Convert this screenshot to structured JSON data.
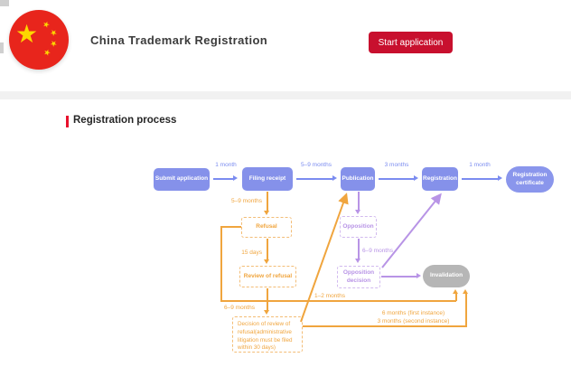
{
  "header": {
    "title": "China Trademark Registration",
    "start_button_label": "Start application",
    "flag_icon": "china-flag-icon"
  },
  "section_heading": "Registration process",
  "colors": {
    "node_blue": "#8591ea",
    "arrow_blue": "#7b8cf0",
    "accent_orange": "#f0a53e",
    "accent_purple": "#b894e6",
    "invalidation_gray": "#b6b6b6",
    "button_red": "#c8102e",
    "heading_bar_red": "#e8112d",
    "flag_red": "#e8251c",
    "flag_star_yellow": "#fcd700"
  },
  "diagram": {
    "main_flow": {
      "submit": "Submit application",
      "filing": "Filing receipt",
      "publication": "Publication",
      "registration": "Registration",
      "certificate": "Registration certificate",
      "submit_to_filing_label": "1 month",
      "filing_to_publication_label": "5–9 months",
      "publication_to_registration_label": "3 months",
      "registration_to_certificate_label": "1 month"
    },
    "refusal_path": {
      "filing_to_refusal_label": "5–9 months",
      "refusal": "Refusal",
      "refusal_to_review_label": "15 days",
      "review": "Review of refusal",
      "review_to_decision_label": "6–9 months",
      "decision": "Decision of review of refusal(administrative litigation must be filed within 30 days)",
      "refusal_to_invalidation_label": "1–2 months",
      "decision_to_invalidation_label_line1": "6 months (first instance)",
      "decision_to_invalidation_label_line2": "3 months (second instance)"
    },
    "opposition_path": {
      "opposition": "Opposition",
      "opposition_to_decision_label": "6–9 months",
      "decision": "Opposition decision",
      "invalidation": "Invalidation"
    }
  }
}
